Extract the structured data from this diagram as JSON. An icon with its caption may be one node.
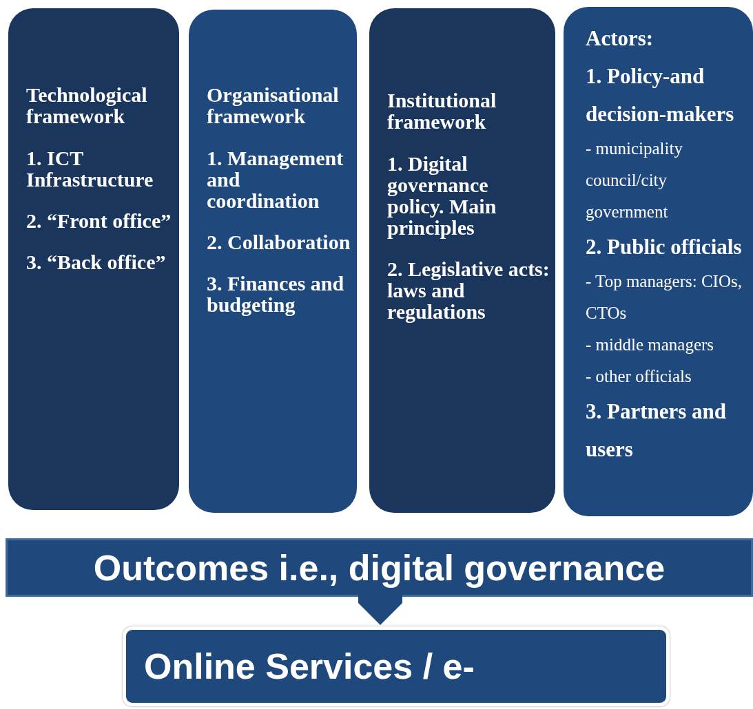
{
  "diagram": {
    "nodes": [
      {
        "text": [
          "Technological framework",
          "1. ICT Infrastructure",
          "2. “Front office”",
          "3. “Back office”"
        ]
      },
      {
        "text": [
          "Organisational framework",
          "1. Management and coordination",
          "2. Collaboration",
          "3. Finances and budgeting"
        ]
      },
      {
        "text": [
          "Institutional framework",
          "1. Digital governance policy. Main principles",
          "2. Legislative acts: laws and regulations"
        ]
      },
      {
        "text": [
          "Actors:",
          "1. Policy-and decision-makers",
          "- municipality council/city government",
          "2. Public officials",
          "- Top managers: CIOs, CTOs",
          "- middle managers",
          "- other officials",
          "3. Partners and users"
        ]
      },
      {
        "text": [
          "Outcomes i.e., digital governance"
        ]
      },
      {
        "text": [
          "Online Services / e-"
        ]
      }
    ],
    "edges": [
      {
        "from": 4,
        "to": 5,
        "arrow": "to"
      }
    ]
  }
}
